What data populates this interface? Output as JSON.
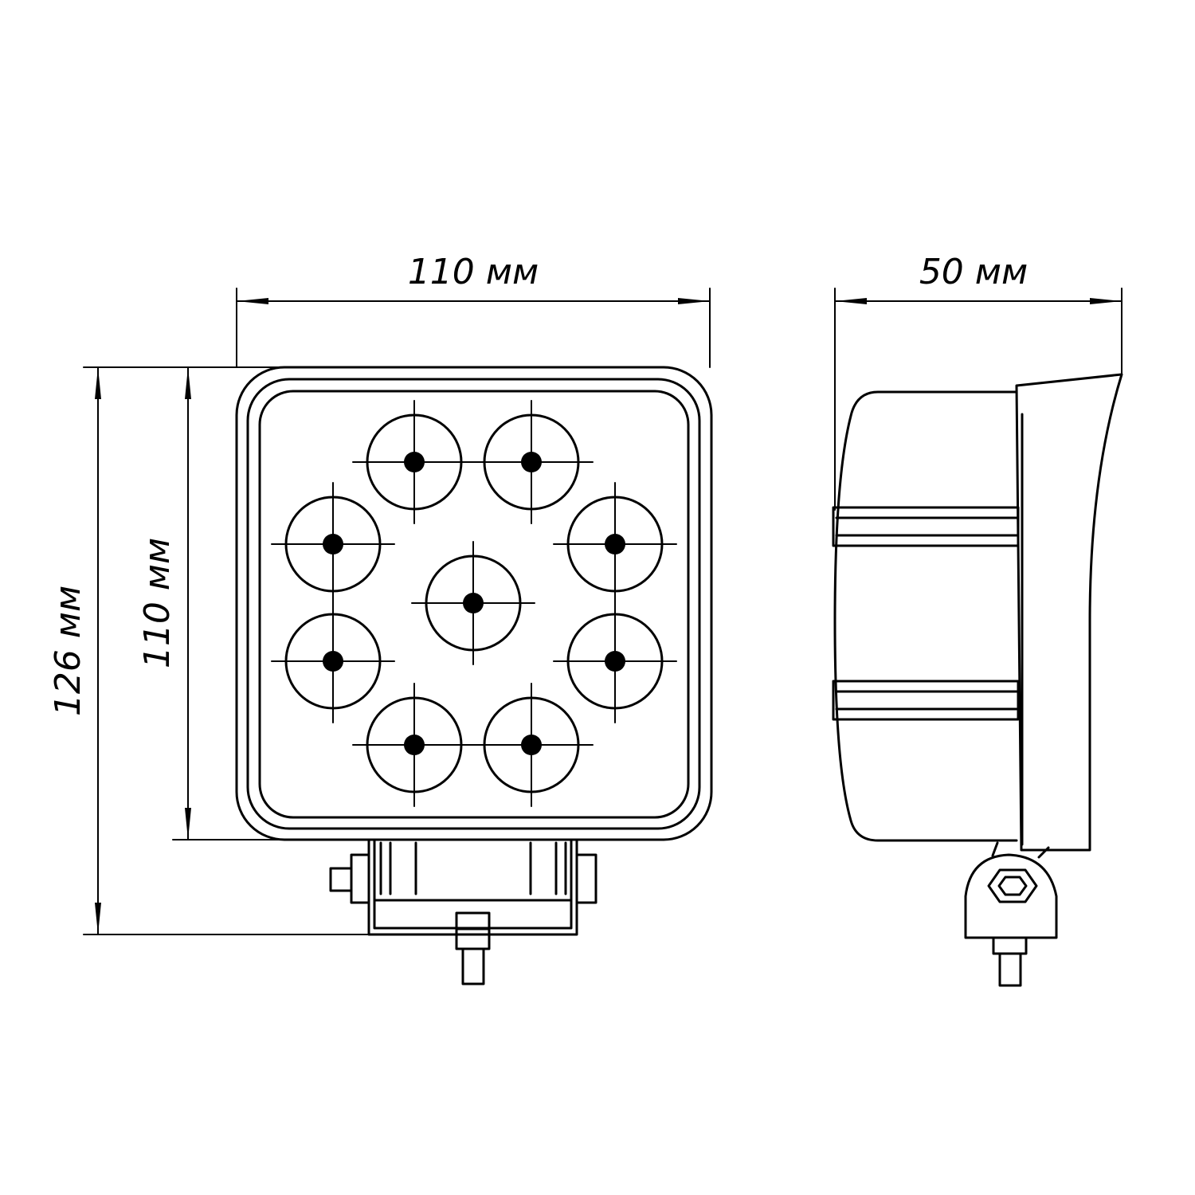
{
  "dimensions": {
    "width": "110 мм",
    "depth": "50 мм",
    "total_height": "126 мм",
    "body_height": "110 мм"
  },
  "leds": {
    "count": 9
  },
  "colors": {
    "stroke": "#000000",
    "background": "#ffffff"
  }
}
